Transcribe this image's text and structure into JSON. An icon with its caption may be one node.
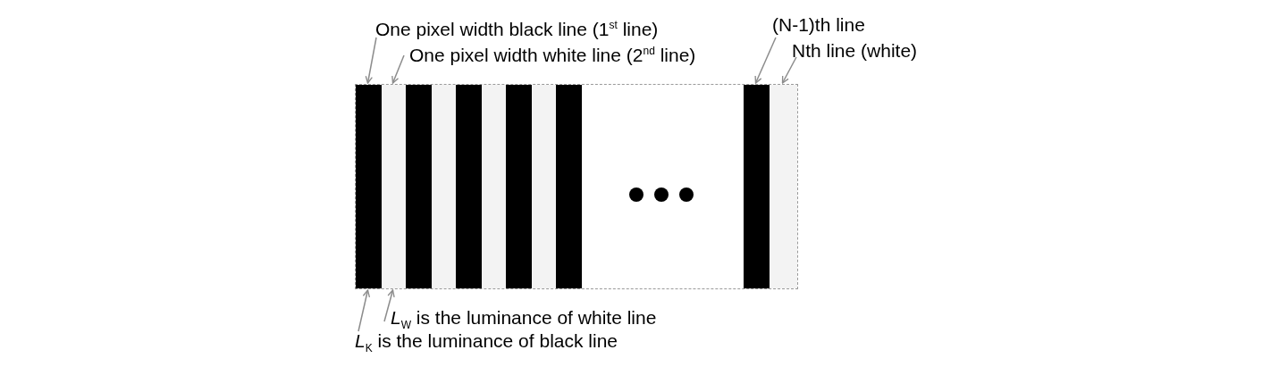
{
  "diagram": {
    "nodes": [
      {
        "text": [
          "One pixel width black line (1$^{st}$ line)"
        ]
      },
      {
        "text": [
          "One pixel width white line (2$^{nd}$ line)"
        ]
      },
      {
        "text": [
          "(N-1)th line"
        ]
      },
      {
        "text": [
          "Nth line (white)"
        ]
      },
      {
        "text": [
          "*L*$_{W}$ is the luminance of white line"
        ]
      },
      {
        "text": [
          "*L*$_{K}$ is the luminance of black line"
        ]
      },
      {
        "text": [],
        "shape": "box"
      },
      {
        "text": [],
        "shape": "bar",
        "in": 6
      },
      {
        "text": [],
        "shape": "bar",
        "in": 6
      },
      {
        "text": [],
        "shape": "bar",
        "in": 6
      },
      {
        "text": [],
        "shape": "bar",
        "in": 6
      },
      {
        "text": [],
        "shape": "bar",
        "in": 6
      },
      {
        "text": [],
        "shape": "bar",
        "in": 6
      },
      {
        "text": [],
        "shape": "bar",
        "in": 6
      },
      {
        "text": [],
        "shape": "bar",
        "in": 6
      },
      {
        "text": [],
        "shape": "bar",
        "in": 6
      },
      {
        "text": [],
        "shape": "bar",
        "in": 6
      },
      {
        "text": [],
        "shape": "bar",
        "in": 6
      }
    ],
    "edges": [
      {
        "from": 0,
        "to": 7,
        "arrow": "to"
      },
      {
        "from": 1,
        "to": 8,
        "arrow": "to"
      },
      {
        "from": 2,
        "to": 16,
        "arrow": "to"
      },
      {
        "from": 3,
        "to": 17,
        "arrow": "to"
      },
      {
        "from": 4,
        "to": 8,
        "arrow": "to"
      },
      {
        "from": 5,
        "to": 7,
        "arrow": "to"
      }
    ]
  }
}
